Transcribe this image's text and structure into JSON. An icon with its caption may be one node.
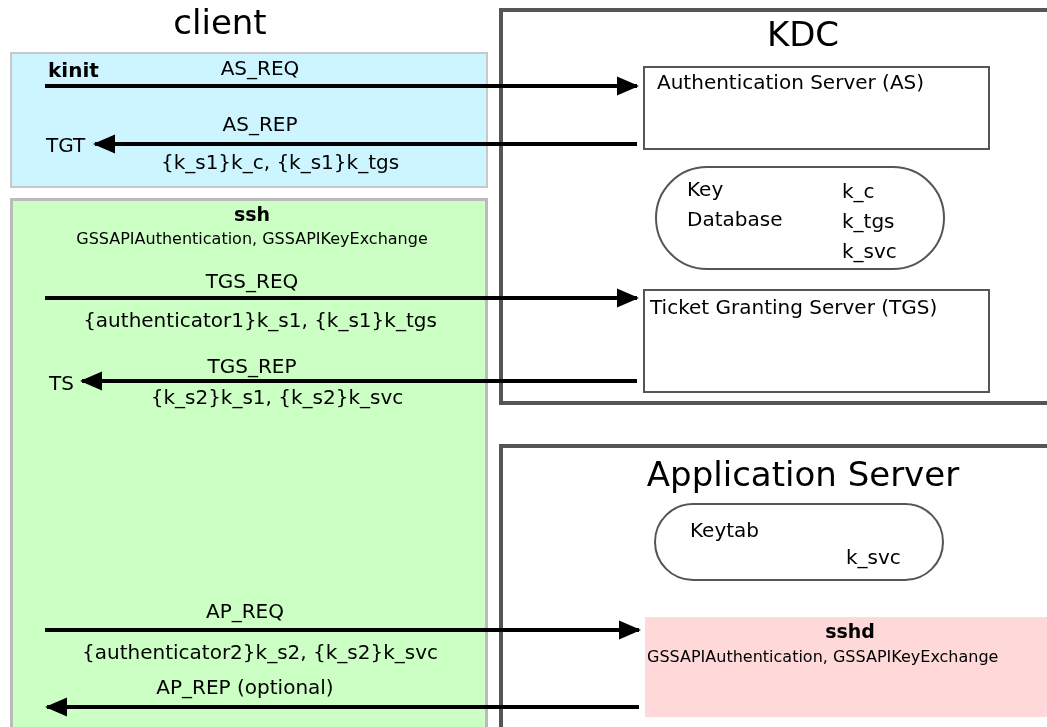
{
  "diagram": {
    "nodes": [
      {
        "text": [
          "kinit"
        ]
      },
      {
        "text": [
          "TGT"
        ],
        "in": 0
      },
      {
        "text": [
          "ssh",
          "GSSAPIAuthentication, GSSAPIKeyExchange"
        ]
      },
      {
        "text": [
          "TS"
        ],
        "in": 2
      },
      {
        "text": [
          "KDC"
        ]
      },
      {
        "text": [
          "Authentication Server (AS)"
        ],
        "in": 4
      },
      {
        "text": [
          "Key Database",
          "k_c k_tgs k_svc"
        ],
        "in": 4
      },
      {
        "text": [
          "Ticket Granting Server (TGS)"
        ],
        "in": 4
      },
      {
        "text": [
          "Application Server"
        ]
      },
      {
        "text": [
          "Keytab",
          "k_svc"
        ],
        "in": 8
      },
      {
        "text": [
          "sshd",
          "GSSAPIAuthentication, GSSAPIKeyExchange"
        ],
        "in": 8
      }
    ],
    "edges": [
      {
        "from": 0,
        "to": 5,
        "arrow": "to",
        "label": "AS_REQ"
      },
      {
        "from": 5,
        "to": 1,
        "arrow": "to",
        "label": "AS_REP"
      },
      {
        "from": 2,
        "to": 7,
        "arrow": "to",
        "label": "TGS_REQ"
      },
      {
        "from": 7,
        "to": 3,
        "arrow": "to",
        "label": "TGS_REP"
      },
      {
        "from": 2,
        "to": 10,
        "arrow": "to",
        "label": "AP_REQ"
      },
      {
        "from": 10,
        "to": 2,
        "arrow": "to",
        "label": "AP_REP (optional)"
      }
    ],
    "labels": [
      "client",
      "{k_s1}k_c, {k_s1}k_tgs",
      "{authenticator1}k_s1, {k_s1}k_tgs",
      "{k_s2}k_s1, {k_s2}k_svc",
      "{authenticator2}k_s2, {k_s2}k_svc"
    ]
  }
}
